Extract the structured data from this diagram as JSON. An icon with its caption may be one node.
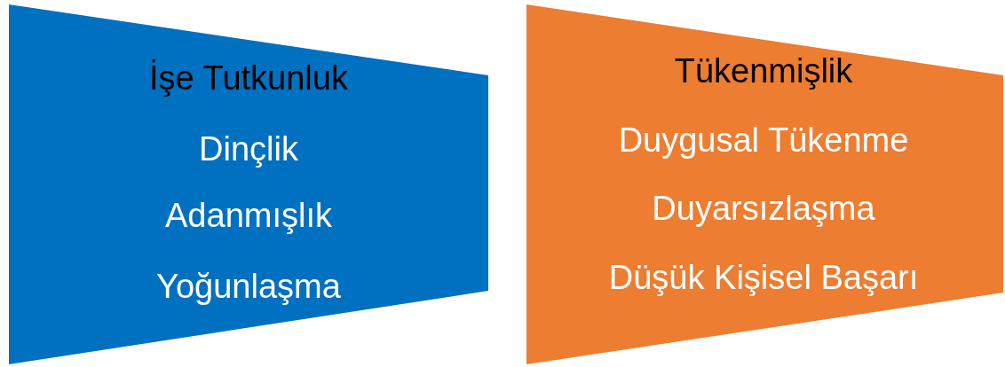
{
  "diagram": {
    "nodes": [
      {
        "text": [
          "İşe Tutkunluk",
          "Dinçlik",
          "Adanmışlık",
          "Yoğunlaşma"
        ]
      },
      {
        "text": [
          "Tükenmişlik",
          "Duygusal Tükenme",
          "Duyarsızlaşma",
          "Düşük Kişisel Başarı"
        ]
      }
    ]
  }
}
